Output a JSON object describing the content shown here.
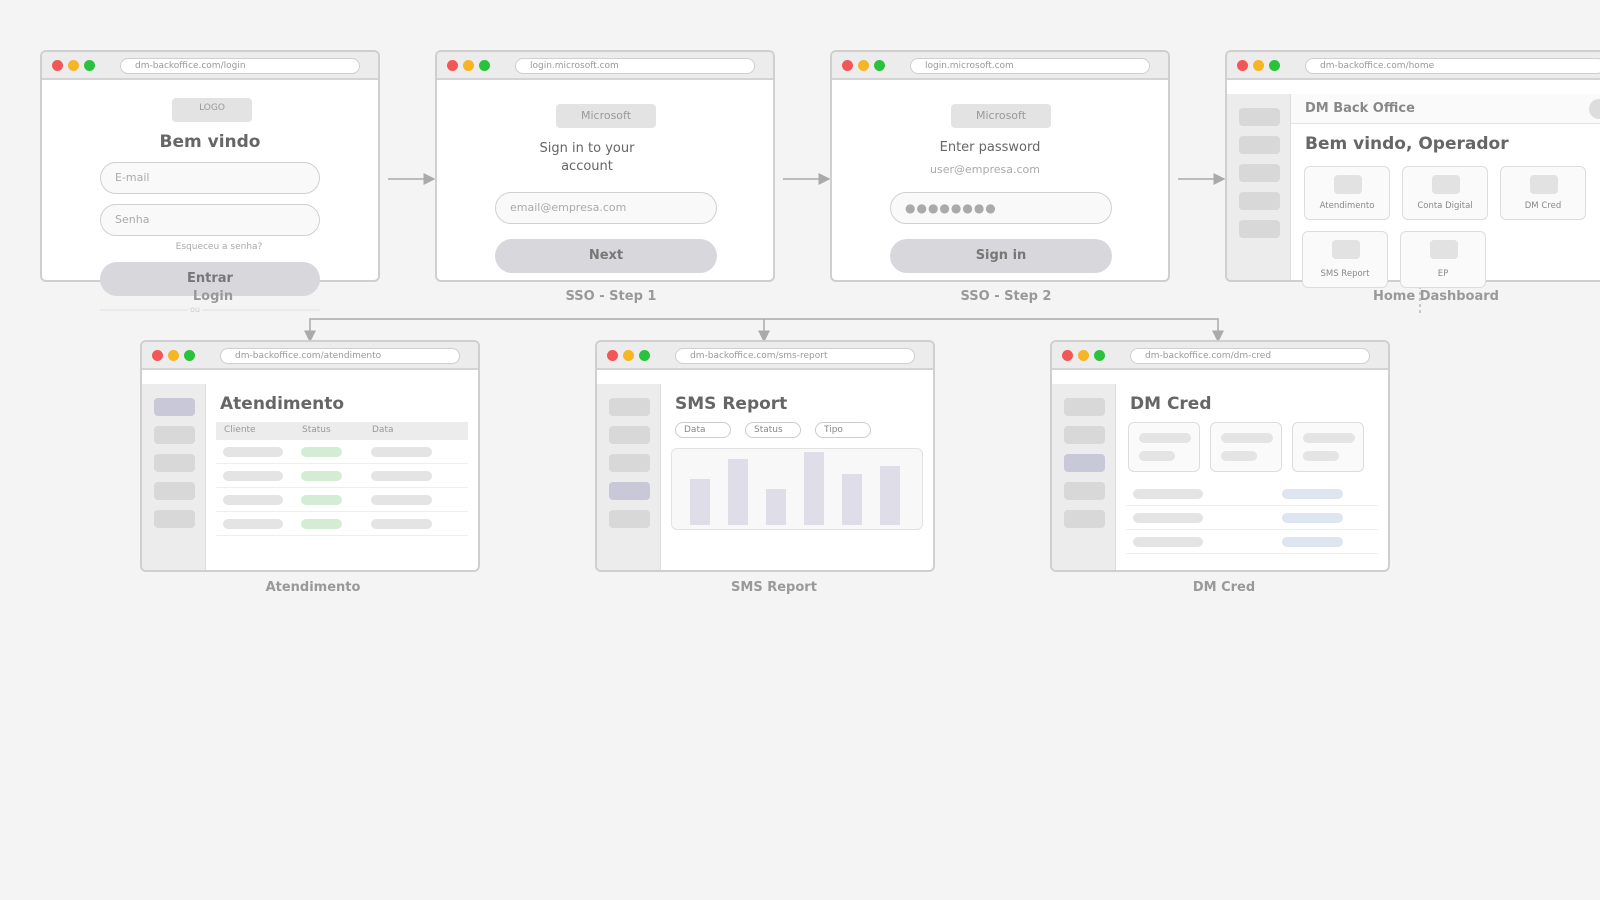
{
  "login": {
    "url": "dm-backoffice.com/login",
    "logo": "LOGO",
    "title": "Bem vindo",
    "email_placeholder": "E-mail",
    "password_placeholder": "Senha",
    "forgot": "Esqueceu a senha?",
    "submit": "Entrar",
    "divider": "ou",
    "caption": "Login"
  },
  "sso1": {
    "url": "login.microsoft.com",
    "logo": "Microsoft",
    "title_line1": "Sign in to your",
    "title_line2": "account",
    "email_placeholder": "email@empresa.com",
    "submit": "Next",
    "caption": "SSO - Step 1"
  },
  "sso2": {
    "url": "login.microsoft.com",
    "logo": "Microsoft",
    "title": "Enter password",
    "user": "user@empresa.com",
    "password_mask": "●●●●●●●●",
    "submit": "Sign in",
    "caption": "SSO - Step 2"
  },
  "home": {
    "url": "dm-backoffice.com/home",
    "app_title": "DM Back Office",
    "welcome": "Bem vindo, Operador",
    "modules": [
      "Atendimento",
      "Conta Digital",
      "DM Cred",
      "SMS Report",
      "EP"
    ],
    "caption": "Home Dashboard"
  },
  "atendimento": {
    "url": "dm-backoffice.com/atendimento",
    "title": "Atendimento",
    "columns": [
      "Cliente",
      "Status",
      "Data"
    ],
    "caption": "Atendimento"
  },
  "sms": {
    "url": "dm-backoffice.com/sms-report",
    "title": "SMS Report",
    "filters": [
      "Data",
      "Status",
      "Tipo"
    ],
    "caption": "SMS Report"
  },
  "dmcred": {
    "url": "dm-backoffice.com/dm-cred",
    "title": "DM Cred",
    "caption": "DM Cred"
  },
  "colors": {
    "close": "#f25656",
    "minimize": "#f5b524",
    "maximize": "#2ac23d",
    "status_ok": "#d4ecd4",
    "active_nav": "#c8c8d8"
  }
}
